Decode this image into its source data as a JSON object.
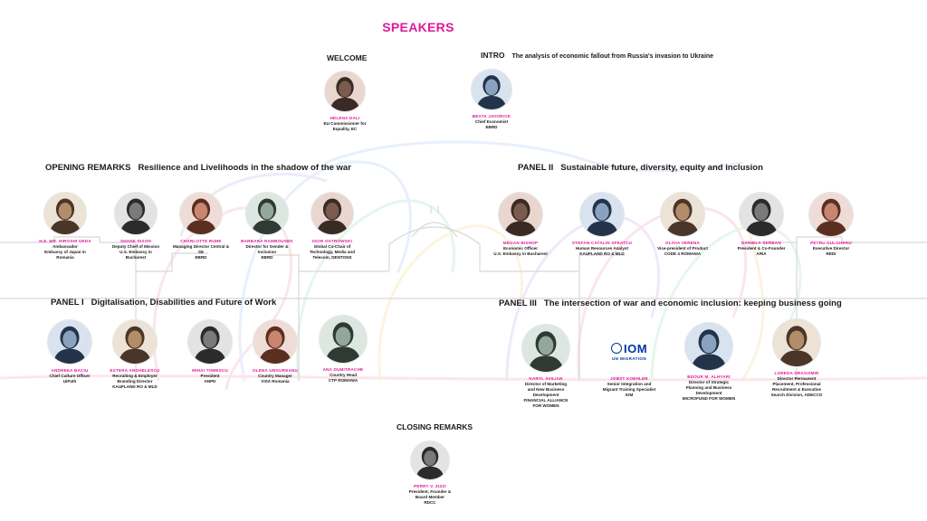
{
  "page": {
    "title": "SPEAKERS",
    "accent": "#e0199a"
  },
  "sections": {
    "welcome": {
      "label": "WELCOME"
    },
    "intro": {
      "label": "INTRO",
      "subtitle": "The analysis of economic fallout from Russia's invasion to Ukraine"
    },
    "opening": {
      "label": "OPENING REMARKS",
      "subtitle": "Resilience and Livelihoods in the shadow of the war"
    },
    "panel1": {
      "label": "PANEL I",
      "subtitle": "Digitalisation, Disabilities and Future of Work"
    },
    "panel2": {
      "label": "PANEL II",
      "subtitle": "Sustainable future, diversity, equity and inclusion"
    },
    "panel3": {
      "label": "PANEL III",
      "subtitle": "The intersection of war and economic inclusion: keeping business going"
    },
    "closing": {
      "label": "CLOSING REMARKS"
    }
  },
  "speakers": {
    "welcome": [
      {
        "name": "HELENA DALI",
        "role": "EU Commissioner for\nEquality, EC"
      }
    ],
    "intro": [
      {
        "name": "BEATA JAVORCIK",
        "role": "Chief Economist\nEBRD"
      }
    ],
    "opening": [
      {
        "name": "H.E. Mr. HIROSHI UEDA",
        "role": "Ambassador\nEmbassy of Japan in\nRomania"
      },
      {
        "name": "SHANE DIXON",
        "role": "Deputy Chief of Mission\nU.S. Embassy in\nBucharest"
      },
      {
        "name": "CHARLOTTE RUHE",
        "role": "Managing Director Central &\nSE\nEBRD"
      },
      {
        "name": "BARBARA RAMBOUSEK",
        "role": "Director for Gender &\nInclusion\nEBRD"
      },
      {
        "name": "IGOR OSTROWSKI",
        "role": "Global Co-Chair of\nTechnology, Media and\nTelecom, DENTONS"
      }
    ],
    "panel1": [
      {
        "name": "ANDREEA BACIU",
        "role": "Chief Culture Officer\nUiPath"
      },
      {
        "name": "ESTERA ANGHELESCU",
        "role": "Recruiting & Employer\nBranding Director\nKAUFLAND RO & MLD"
      },
      {
        "name": "MIHAI TOMESCU",
        "role": "President\nANPD"
      },
      {
        "name": "OLENA UNGUREANU",
        "role": "Country Manager\nVISA Romania"
      },
      {
        "name": "ANA DUMITRACHE",
        "role": "Country Head\nCTP ROMANIA"
      }
    ],
    "panel2": [
      {
        "name": "MEGAN BISHOP",
        "role": "Economic Officer\nU.S. Embassy in Bucharest"
      },
      {
        "name": "STEFAN-CATALIN SFEATCU",
        "role": "Human Resources Analyst\nKAUFLAND RO & MLD"
      },
      {
        "name": "OLIVIA VERENA",
        "role": "Vice-president of Product\nCODE 4 ROMANIA"
      },
      {
        "name": "DANIELA SERBAN",
        "role": "President & Co-Founder\nARIA"
      },
      {
        "name": "PETRU DULGHERU",
        "role": "Executive Director\nREDI"
      }
    ],
    "panel3": [
      {
        "name": "KARYL AVILIAN",
        "role": "Director of Marketing\nand New Business\nDevelopment\nFINANCIAL ALLIANCE\nFOR WOMEN"
      },
      {
        "name": "JOBST KOEHLER",
        "role": "Senior Integration and\nMigrant Training Specialist\nIOM"
      },
      {
        "name": "BDOUR M. ALHYARI",
        "role": "Director of Strategic\nPlanning and Business\nDevelopment\nMICROFUND FOR WOMEN"
      },
      {
        "name": "LOREDA DRAGOMIR",
        "role": "Director Permanent\nPlacement, Professional\nRecruitment & Executive\nSearch Division, ADECCO"
      }
    ],
    "closing": [
      {
        "name": "PERRY V. ZIZZI",
        "role": "President, Founder &\nBoard Member\nRDCC"
      }
    ]
  },
  "logo": {
    "mark": "IOM",
    "sub": "UN MIGRATION",
    "color": "#0033a0",
    "icon": "iom-logo"
  }
}
